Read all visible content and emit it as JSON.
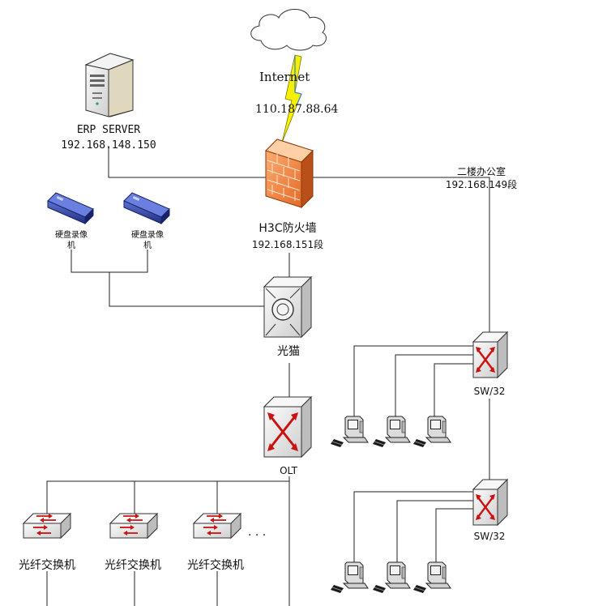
{
  "internet": {
    "label": "Internet",
    "ip": "110.187.88.64"
  },
  "erp": {
    "label": "ERP SERVER",
    "ip": "192.168.148.150"
  },
  "firewall": {
    "label": "H3C防火墙",
    "ip": "192.168.151段"
  },
  "office": {
    "label": "二楼办公室",
    "ip": "192.168.149段"
  },
  "recorders": [
    {
      "line1": "硬盘录像",
      "line2": "机"
    },
    {
      "line1": "硬盘录像",
      "line2": "机"
    }
  ],
  "modem": {
    "label": "光猫"
  },
  "olt": {
    "label": "OLT"
  },
  "switches": [
    {
      "label": "SW/32"
    },
    {
      "label": "SW/32"
    }
  ],
  "fiber_switches": [
    {
      "label": "光纤交换机"
    },
    {
      "label": "光纤交换机"
    },
    {
      "label": "光纤交换机"
    }
  ],
  "ellipsis": "· · ·",
  "colors": {
    "firewall": "#f07a32",
    "lightning": "#f4f000",
    "recorder": "#2b3f9e",
    "switch_arrow": "#cc1111",
    "device_body": "#e6e6e6"
  }
}
